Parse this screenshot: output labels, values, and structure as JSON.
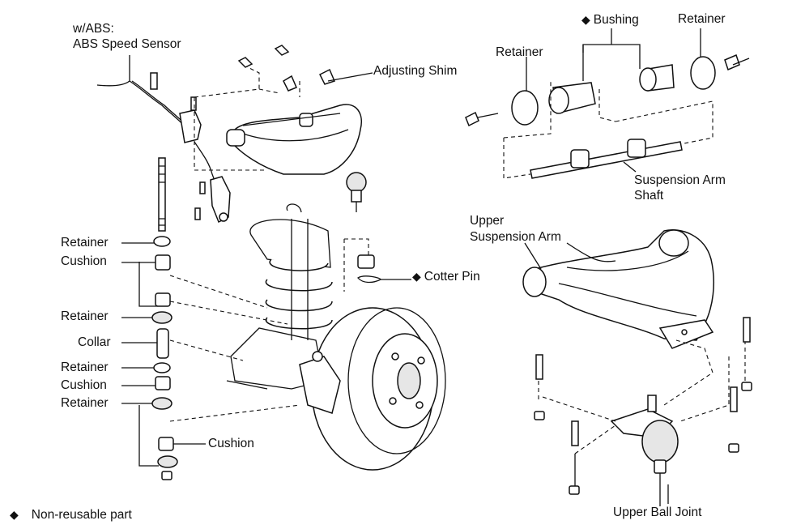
{
  "labels": {
    "abs_line1": "w/ABS:",
    "abs_line2": "ABS Speed Sensor",
    "adjusting_shim": "Adjusting Shim",
    "bushing": "Bushing",
    "retainer_top_left": "Retainer",
    "retainer_top_right": "Retainer",
    "suspension_arm_shaft_line1": "Suspension Arm",
    "suspension_arm_shaft_line2": "Shaft",
    "upper_suspension_arm_line1": "Upper",
    "upper_suspension_arm_line2": "Suspension Arm",
    "cotter_pin": "Cotter Pin",
    "retainer_1": "Retainer",
    "cushion_1": "Cushion",
    "retainer_2": "Retainer",
    "collar": "Collar",
    "retainer_3": "Retainer",
    "cushion_2": "Cushion",
    "retainer_4": "Retainer",
    "cushion_3": "Cushion",
    "upper_ball_joint": "Upper Ball Joint"
  },
  "legend": {
    "symbol": "◆",
    "text": "Non-reusable part"
  },
  "colors": {
    "ink": "#111111",
    "background": "#ffffff"
  }
}
